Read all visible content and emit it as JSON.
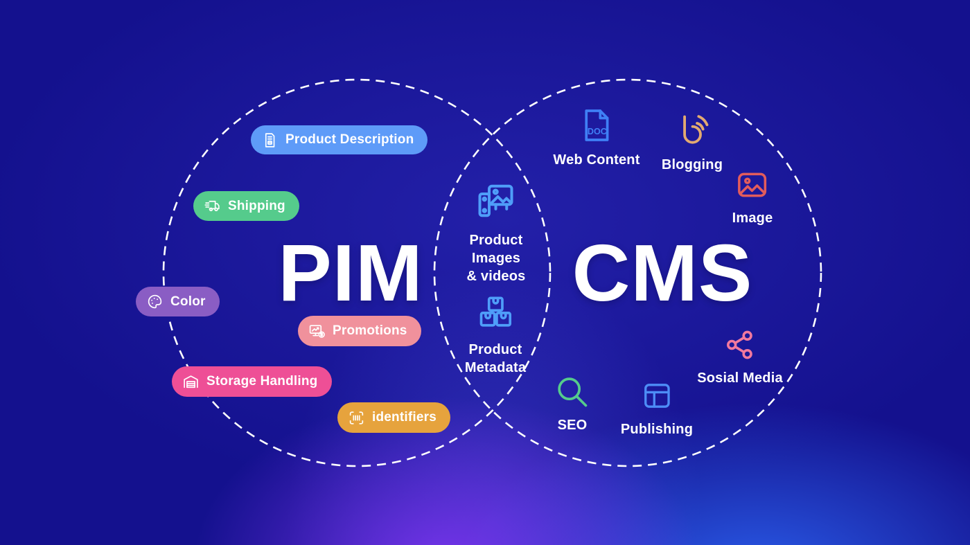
{
  "background": {
    "base_color": "#14118e",
    "glow_purple": "#8036f3",
    "glow_blue": "#2f6eff"
  },
  "venn": {
    "stroke_color": "#ffffff",
    "left_circle_title": "PIM",
    "right_circle_title": "CMS"
  },
  "pim": {
    "title": "PIM",
    "items": [
      {
        "label": "Product Description",
        "color": "#5e9bf8",
        "icon": "document-icon"
      },
      {
        "label": "Shipping",
        "color": "#55cb8c",
        "icon": "truck-icon"
      },
      {
        "label": "Color",
        "color": "#8a5dc4",
        "icon": "palette-icon"
      },
      {
        "label": "Promotions",
        "color": "#f0919c",
        "icon": "promotion-chart-icon"
      },
      {
        "label": "Storage Handling",
        "color": "#ee4f96",
        "icon": "warehouse-icon"
      },
      {
        "label": "identifiers",
        "color": "#e6a33d",
        "icon": "barcode-icon"
      }
    ]
  },
  "overlap": {
    "items": [
      {
        "label": "Product\nImages\n& videos",
        "color": "#4f9ef9",
        "icon": "product-images-icon"
      },
      {
        "label": "Product\nMetadata",
        "color": "#4f9ef9",
        "icon": "product-boxes-icon"
      }
    ]
  },
  "cms": {
    "title": "CMS",
    "items": [
      {
        "label": "Web Content",
        "color": "#3f80f6",
        "icon": "doc-file-icon",
        "doc_text": "DOC"
      },
      {
        "label": "Blogging",
        "color": "#e2aa71",
        "icon": "blog-signal-icon"
      },
      {
        "label": "Image",
        "color": "#e25c5c",
        "icon": "image-icon"
      },
      {
        "label": "Sosial Media",
        "color": "#f2799e",
        "icon": "share-icon"
      },
      {
        "label": "SEO",
        "color": "#55cb8c",
        "icon": "magnifier-icon"
      },
      {
        "label": "Publishing",
        "color": "#4d8df7",
        "icon": "layout-icon"
      }
    ]
  }
}
